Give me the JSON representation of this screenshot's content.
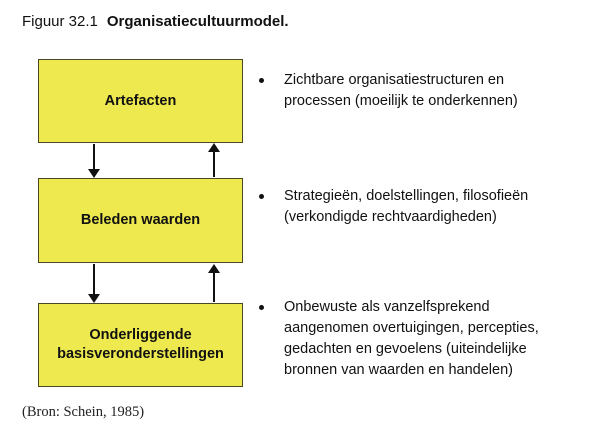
{
  "title": {
    "prefix": "Figuur 32.1",
    "label": "Organisatiecultuurmodel."
  },
  "boxes": [
    {
      "label": "Artefacten"
    },
    {
      "label": "Beleden waarden"
    },
    {
      "label": "Onderliggende\nbasisveronderstellingen"
    }
  ],
  "bullets": [
    {
      "text": "Zichtbare organisatiestructuren en\nprocessen (moeilijk te onderkennen)"
    },
    {
      "text": "Strategieën, doelstellingen, filosofieën\n(verkondigde rechtvaardigheden)"
    },
    {
      "text": "Onbewuste als vanzelfsprekend\naangenomen overtuigingen, percepties,\ngedachten en gevoelens (uiteindelijke\nbronnen van waarden en handelen)"
    }
  ],
  "source": "(Bron: Schein, 1985)",
  "colors": {
    "box_fill": "#EDE94F",
    "box_border": "#4A4726",
    "arrow": "#111111"
  }
}
